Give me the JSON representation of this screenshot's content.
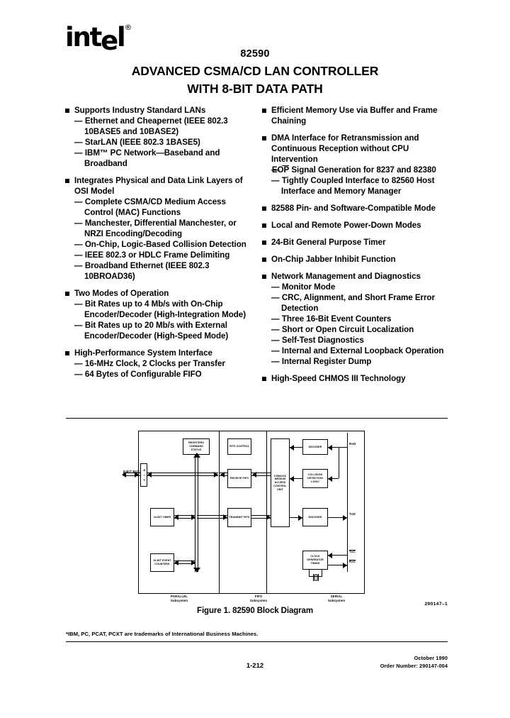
{
  "brand": {
    "logo_text": "intel",
    "registered_mark": "®"
  },
  "header": {
    "part_number": "82590",
    "title_line1": "ADVANCED CSMA/CD LAN CONTROLLER",
    "title_line2": "WITH 8-BIT DATA PATH"
  },
  "features": {
    "left": [
      {
        "heading": "Supports Industry Standard LANs",
        "items": [
          "Ethernet and Cheapernet (IEEE 802.3 10BASE5 and 10BASE2)",
          "StarLAN (IEEE 802.3 1BASE5)",
          "IBM™ PC Network—Baseband and Broadband"
        ]
      },
      {
        "heading": "Integrates Physical and Data Link Layers of OSI Model",
        "items": [
          "Complete CSMA/CD Medium Access Control (MAC) Functions",
          "Manchester, Differential Manchester, or NRZI Encoding/Decoding",
          "On-Chip, Logic-Based Collision Detection",
          "IEEE 802.3 or HDLC Frame Delimiting",
          "Broadband Ethernet (IEEE 802.3 10BROAD36)"
        ]
      },
      {
        "heading": "Two Modes of Operation",
        "items": [
          "Bit Rates up to 4 Mb/s with On-Chip Encoder/Decoder (High-Integration Mode)",
          "Bit Rates up to 20 Mb/s with External Encoder/Decoder (High-Speed Mode)"
        ]
      },
      {
        "heading": "High-Performance System Interface",
        "items": [
          "16-MHz Clock, 2 Clocks per Transfer",
          "64 Bytes of Configurable FIFO"
        ]
      }
    ],
    "right": [
      {
        "heading": "Efficient Memory Use via Buffer and Frame Chaining",
        "items": []
      },
      {
        "heading": "DMA Interface for Retransmission and Continuous Reception without CPU Intervention",
        "items": [
          "EOP Signal Generation for 8237 and 82380",
          "Tightly Coupled Interface to 82560 Host Interface and Memory Manager"
        ],
        "overline_first_word": "EOP"
      },
      {
        "heading": "82588 Pin- and Software-Compatible Mode",
        "items": []
      },
      {
        "heading": "Local and Remote Power-Down Modes",
        "items": []
      },
      {
        "heading": "24-Bit General Purpose Timer",
        "items": []
      },
      {
        "heading": "On-Chip Jabber Inhibit Function",
        "items": []
      },
      {
        "heading": "Network Management and Diagnostics",
        "items": [
          "Monitor Mode",
          "CRC, Alignment, and Short Frame Error Detection",
          "Three 16-Bit Event Counters",
          "Short or Open Circuit Localization",
          "Self-Test Diagnostics",
          "Internal and External Loopback Operation",
          "Internal Register Dump"
        ]
      },
      {
        "heading": "High-Speed CHMOS III Technology",
        "items": []
      }
    ]
  },
  "figure": {
    "caption": "Figure 1. 82590 Block Diagram",
    "reference": "290147–1",
    "external_bus_label": "8-BIT BUS",
    "blocks": {
      "biu": "B I U",
      "registers": "REGISTERS COMMAND STATUS",
      "timer": "24-BIT TIMER",
      "event_counters": "16-BIT EVENT COUNTERS",
      "fifo_control": "FIFO CONTROL",
      "receive_fifo": "RECEIVE FIFO",
      "transmit_fifo": "TRANSMIT FIFO",
      "mac": "CSMA/CD MEDIUM ACCESS CONTROL UNIT",
      "decoder": "DECODER",
      "collision": "COLLISION DETECTION LOGIC",
      "encoder": "ENCODER",
      "clock_gen": "CLOCK GENERATOR TIMING"
    },
    "pins": [
      {
        "name": "RxD",
        "overline": false
      },
      {
        "name": "TxD",
        "overline": false
      },
      {
        "name": "TxC",
        "overline": true
      },
      {
        "name": "RxC",
        "overline": true
      }
    ],
    "subsystems": [
      {
        "line1": "PARALLEL",
        "line2": "Subsystem"
      },
      {
        "line1": "FIFO",
        "line2": "Subsystem"
      },
      {
        "line1": "SERIAL",
        "line2": "Subsystem"
      }
    ]
  },
  "footer": {
    "trademark_note": "*IBM, PC, PCAT, PCXT are trademarks of International Business Machines.",
    "page_number": "1-212",
    "date": "October 1990",
    "order_number": "Order Number: 290147-004"
  }
}
